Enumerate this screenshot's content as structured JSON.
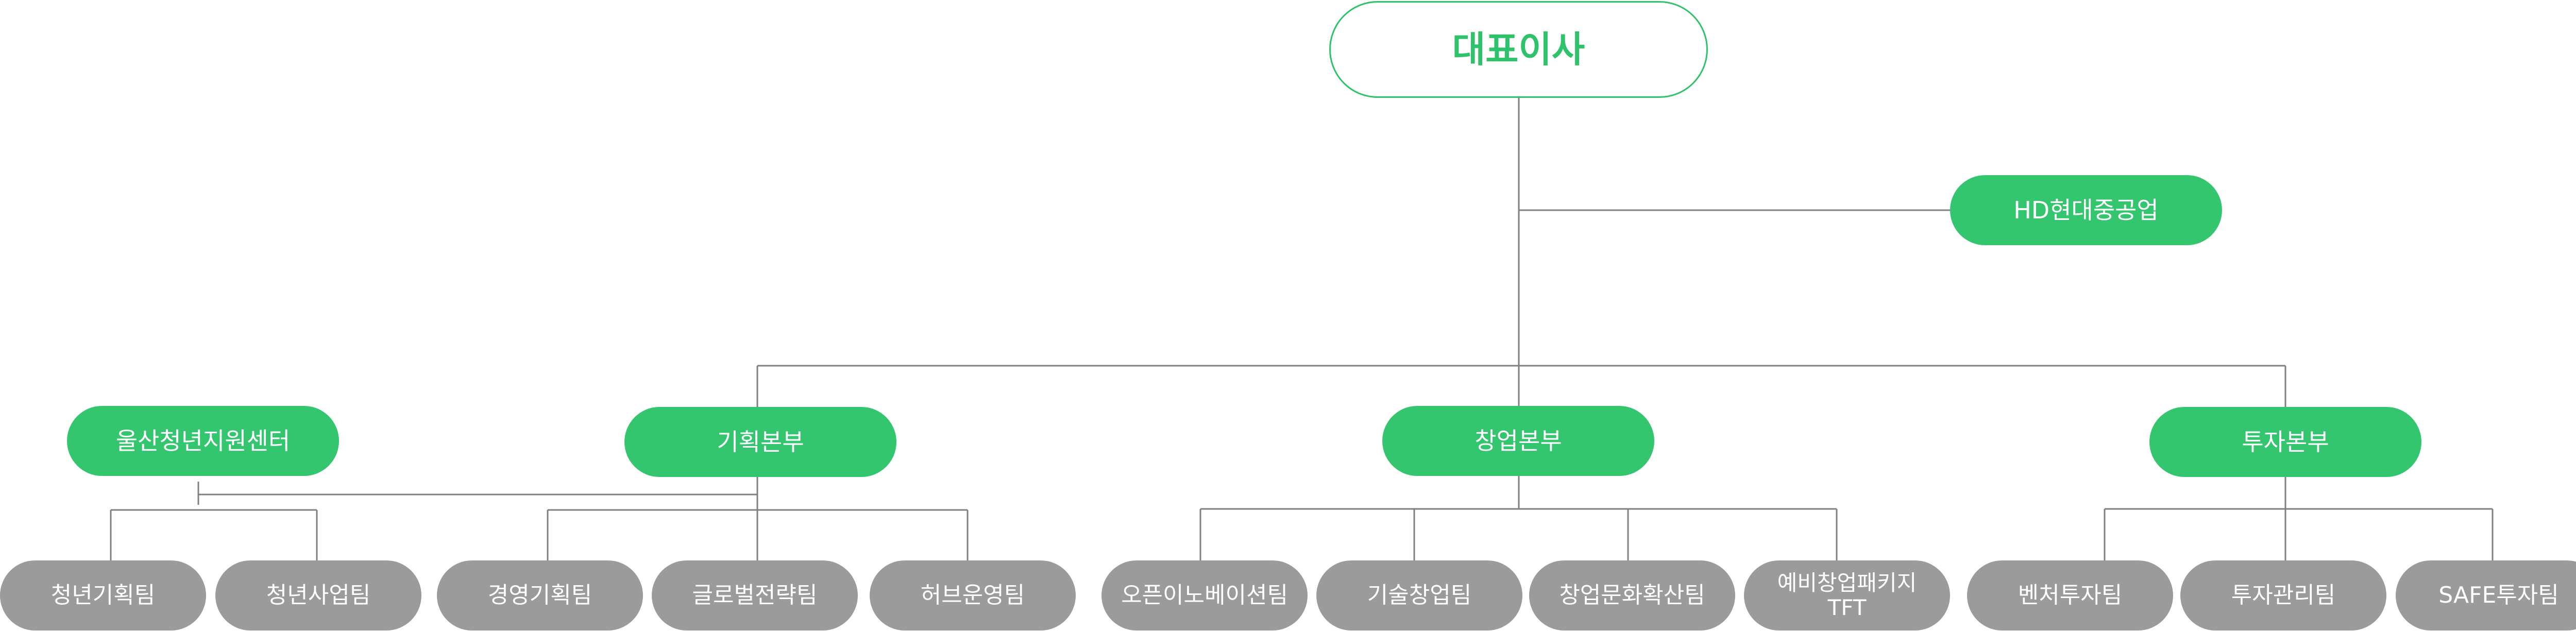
{
  "ceo": "대표이사",
  "affiliate": "HD현대중공업",
  "ulsan_center": {
    "title": "울산청년지원센터",
    "teams": [
      "청년기획팀",
      "청년사업팀"
    ]
  },
  "divisions": [
    {
      "title": "기획본부",
      "teams": [
        "경영기획팀",
        "글로벌전략팀",
        "허브운영팀"
      ]
    },
    {
      "title": "창업본부",
      "teams": [
        "오픈이노베이션팀",
        "기술창업팀",
        "창업문화확산팀",
        "예비창업패키지\nTFT"
      ]
    },
    {
      "title": "투자본부",
      "teams": [
        "벤처투자팀",
        "투자관리팀",
        "SAFE투자팀"
      ]
    }
  ],
  "colors": {
    "primary_green": "#2ec36b",
    "team_gray": "#9b9b9b",
    "connector": "#808080"
  }
}
